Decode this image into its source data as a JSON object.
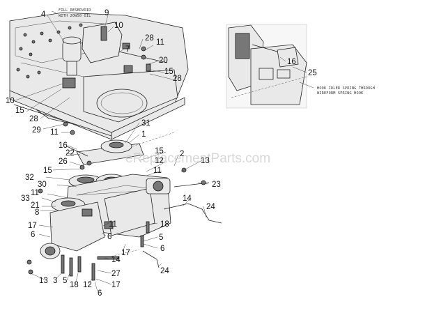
{
  "diagram": {
    "notes": {
      "fill_reservoir": [
        "FILL RESERVOIR",
        "WITH 20W50 OIL"
      ],
      "hook_idler": [
        "HOOK IDLER SPRING THROUGH",
        "WIREFORM SPRING HOOK"
      ]
    },
    "watermark": "eReplacementParts.com",
    "callouts": [
      "4",
      "9",
      "10",
      "28",
      "11",
      "7",
      "20",
      "15",
      "28",
      "10",
      "15",
      "28",
      "29",
      "11",
      "31",
      "1",
      "16",
      "22",
      "26",
      "15",
      "15",
      "12",
      "2",
      "13",
      "11",
      "23",
      "32",
      "30",
      "11",
      "33",
      "21",
      "8",
      "17",
      "6",
      "14",
      "24",
      "18",
      "11",
      "6",
      "5",
      "17",
      "6",
      "14",
      "27",
      "17",
      "6",
      "13",
      "3",
      "5",
      "18",
      "12",
      "24",
      "16",
      "25"
    ]
  }
}
